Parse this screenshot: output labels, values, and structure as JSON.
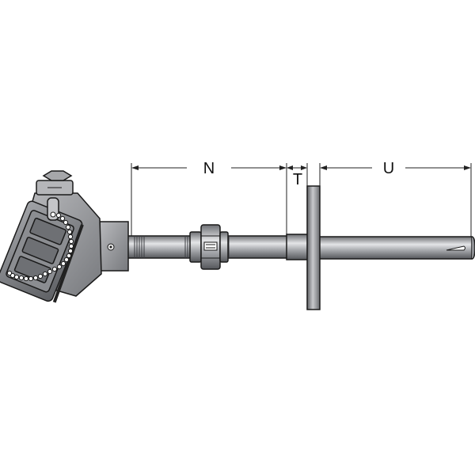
{
  "dimensions": {
    "n_label": "N",
    "t_label": "T",
    "u_label": "U"
  },
  "colors": {
    "metal_dark": "#6d6f73",
    "metal_mid": "#9a9ca0",
    "metal_light": "#d9dadc",
    "outline": "#1a1a1a",
    "dimension_line": "#222222"
  },
  "parts": [
    "connection-head",
    "chain",
    "cap-screw",
    "extension-nipple",
    "union-fitting",
    "flange",
    "thermowell-stem",
    "sensor-tip"
  ]
}
